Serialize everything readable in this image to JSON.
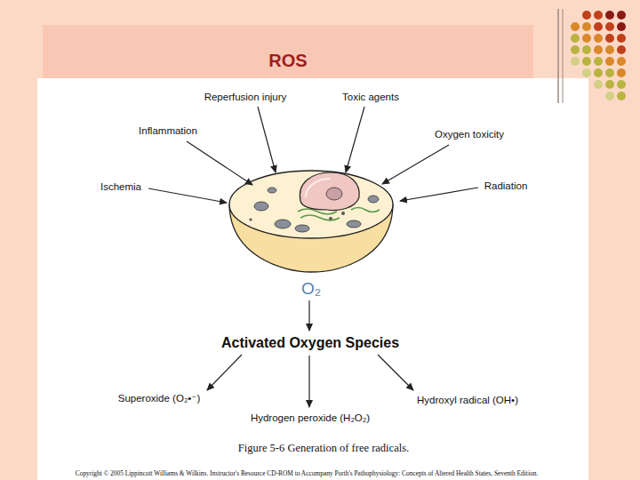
{
  "diagram": {
    "title": "ROS",
    "caption": "Figure 5-6 Generation of free radicals.",
    "labels": [
      "Reperfusion injury",
      "Toxic agents",
      "Inflammation",
      "Oxygen toxicity",
      "Ischemia",
      "Radiation",
      "O₂",
      "Activated Oxygen Species",
      "Superoxide (O₂•⁻)",
      "Hydrogen peroxide (H₂O₂)",
      "Hydroxyl radical (OH•)",
      "Copyright © 2005 Lippincott Williams & Wilkins. Instructor's Resource CD-ROM to Accompany Porth's Pathophysiology: Concepts of Altered Health States, Seventh Edition."
    ]
  }
}
